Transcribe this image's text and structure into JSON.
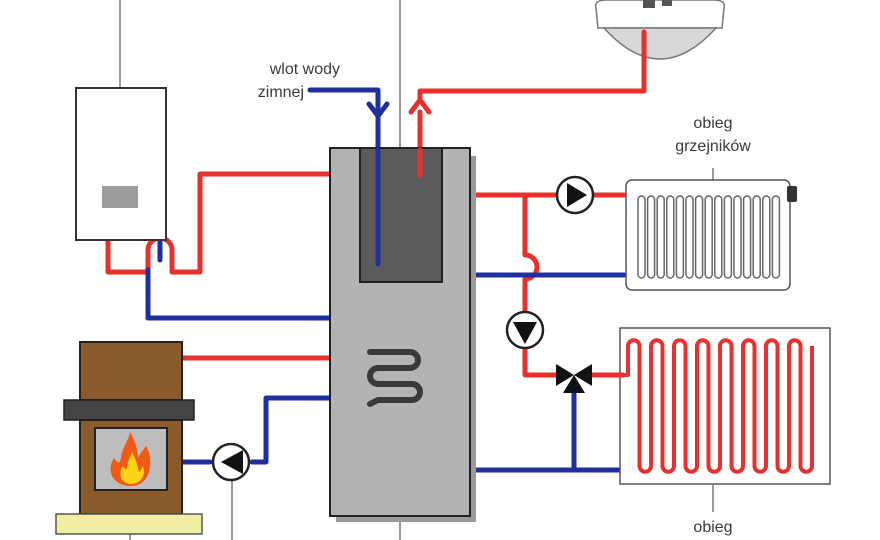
{
  "labels": {
    "cold_water_inlet": [
      "wlot wody",
      "zimnej"
    ],
    "radiator_circuit": [
      "obieg",
      "grzejników"
    ],
    "floor_heating_circuit": [
      "obieg"
    ]
  },
  "colors": {
    "hot_pipe": "#e8312e",
    "cold_pipe": "#1f2f9c",
    "pointer_line": "#555555",
    "tank_body": "#b3b3b5",
    "tank_inner": "#5b5b5e",
    "fireplace_wood": "#8b5a2b",
    "fireplace_base": "#f1eea3",
    "boiler_body": "#ffffff"
  },
  "icons": [
    "gas-boiler-icon",
    "shower-head-icon",
    "storage-tank-icon",
    "fireplace-icon",
    "flame-icon",
    "radiator-icon",
    "underfloor-heating-icon",
    "pump-icon",
    "three-way-valve-icon"
  ]
}
